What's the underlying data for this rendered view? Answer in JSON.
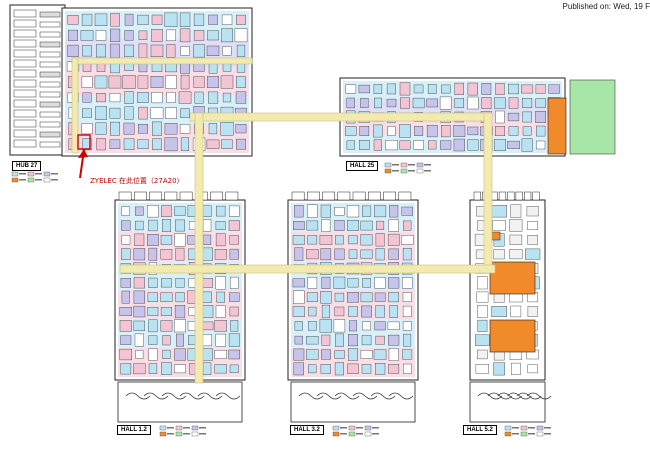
{
  "header": {
    "published": "Published on: Wed, 19 F"
  },
  "halls": [
    {
      "label": "HUB 27"
    },
    {
      "label": "HALL 25"
    },
    {
      "label": "HALL 1.2"
    },
    {
      "label": "HALL 3.2"
    },
    {
      "label": "HALL 5.2"
    }
  ],
  "annotation": {
    "text": "ZYELEC 在此位置（27A20）"
  },
  "colors": {
    "walkway": "#f3eab0",
    "walkway_edge": "#c9bf7a",
    "booth_blue": "#b9e3f3",
    "booth_pink": "#f3c4d4",
    "booth_purple": "#c7c4ec",
    "booth_green": "#a8e6a8",
    "booth_orange": "#f08a2a",
    "marker_red": "#cc0000"
  }
}
